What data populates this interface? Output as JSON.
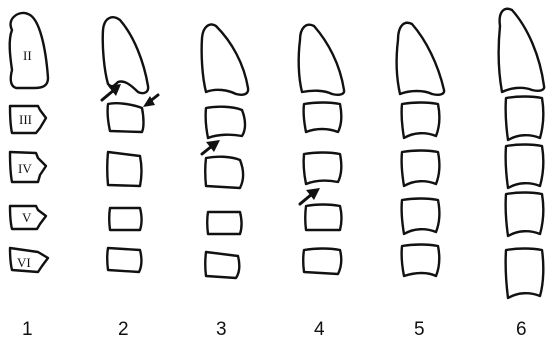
{
  "figure": {
    "vertebra_labels": [
      "II",
      "III",
      "IV",
      "V",
      "VI"
    ],
    "stage_labels": [
      "1",
      "2",
      "3",
      "4",
      "5",
      "6"
    ]
  }
}
